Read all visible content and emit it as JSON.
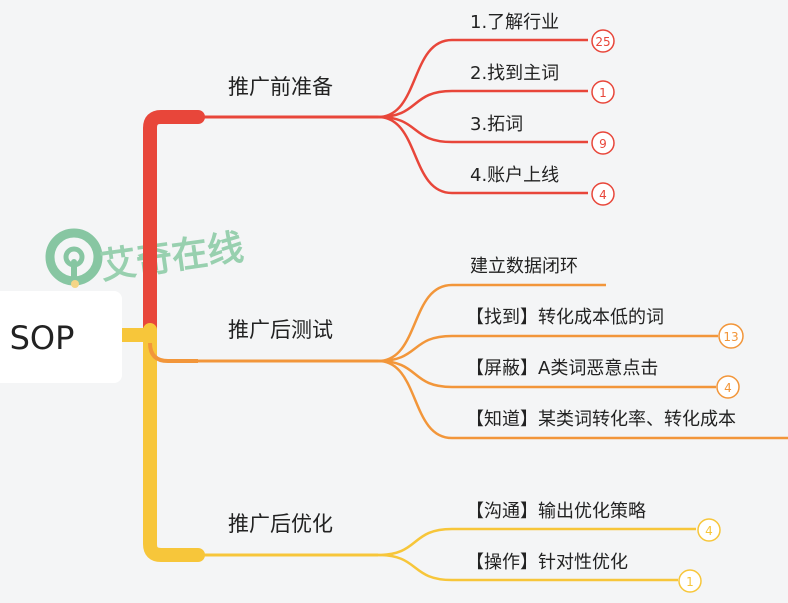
{
  "root": {
    "label": "SOP"
  },
  "watermark": {
    "text": "艾奇在线",
    "color": "#7cc29a"
  },
  "colors": {
    "red": "#e8463a",
    "orange": "#f2963a",
    "yellow": "#f7c63a",
    "root_bg": "#ffffff"
  },
  "branches": [
    {
      "label": "推广前准备",
      "children": [
        {
          "label": "1.了解行业",
          "badge": "25"
        },
        {
          "label": "2.找到主词",
          "badge": "1"
        },
        {
          "label": "3.拓词",
          "badge": "9"
        },
        {
          "label": "4.账户上线",
          "badge": "4"
        }
      ]
    },
    {
      "label": "推广后测试",
      "children": [
        {
          "label": "建立数据闭环",
          "badge": ""
        },
        {
          "label": "【找到】转化成本低的词",
          "badge": "13"
        },
        {
          "label": "【屏蔽】A类词恶意点击",
          "badge": "4"
        },
        {
          "label": "【知道】某类词转化率、转化成本",
          "badge": ""
        }
      ]
    },
    {
      "label": "推广后优化",
      "children": [
        {
          "label": "【沟通】输出优化策略",
          "badge": "4"
        },
        {
          "label": "【操作】针对性优化",
          "badge": "1"
        }
      ]
    }
  ]
}
